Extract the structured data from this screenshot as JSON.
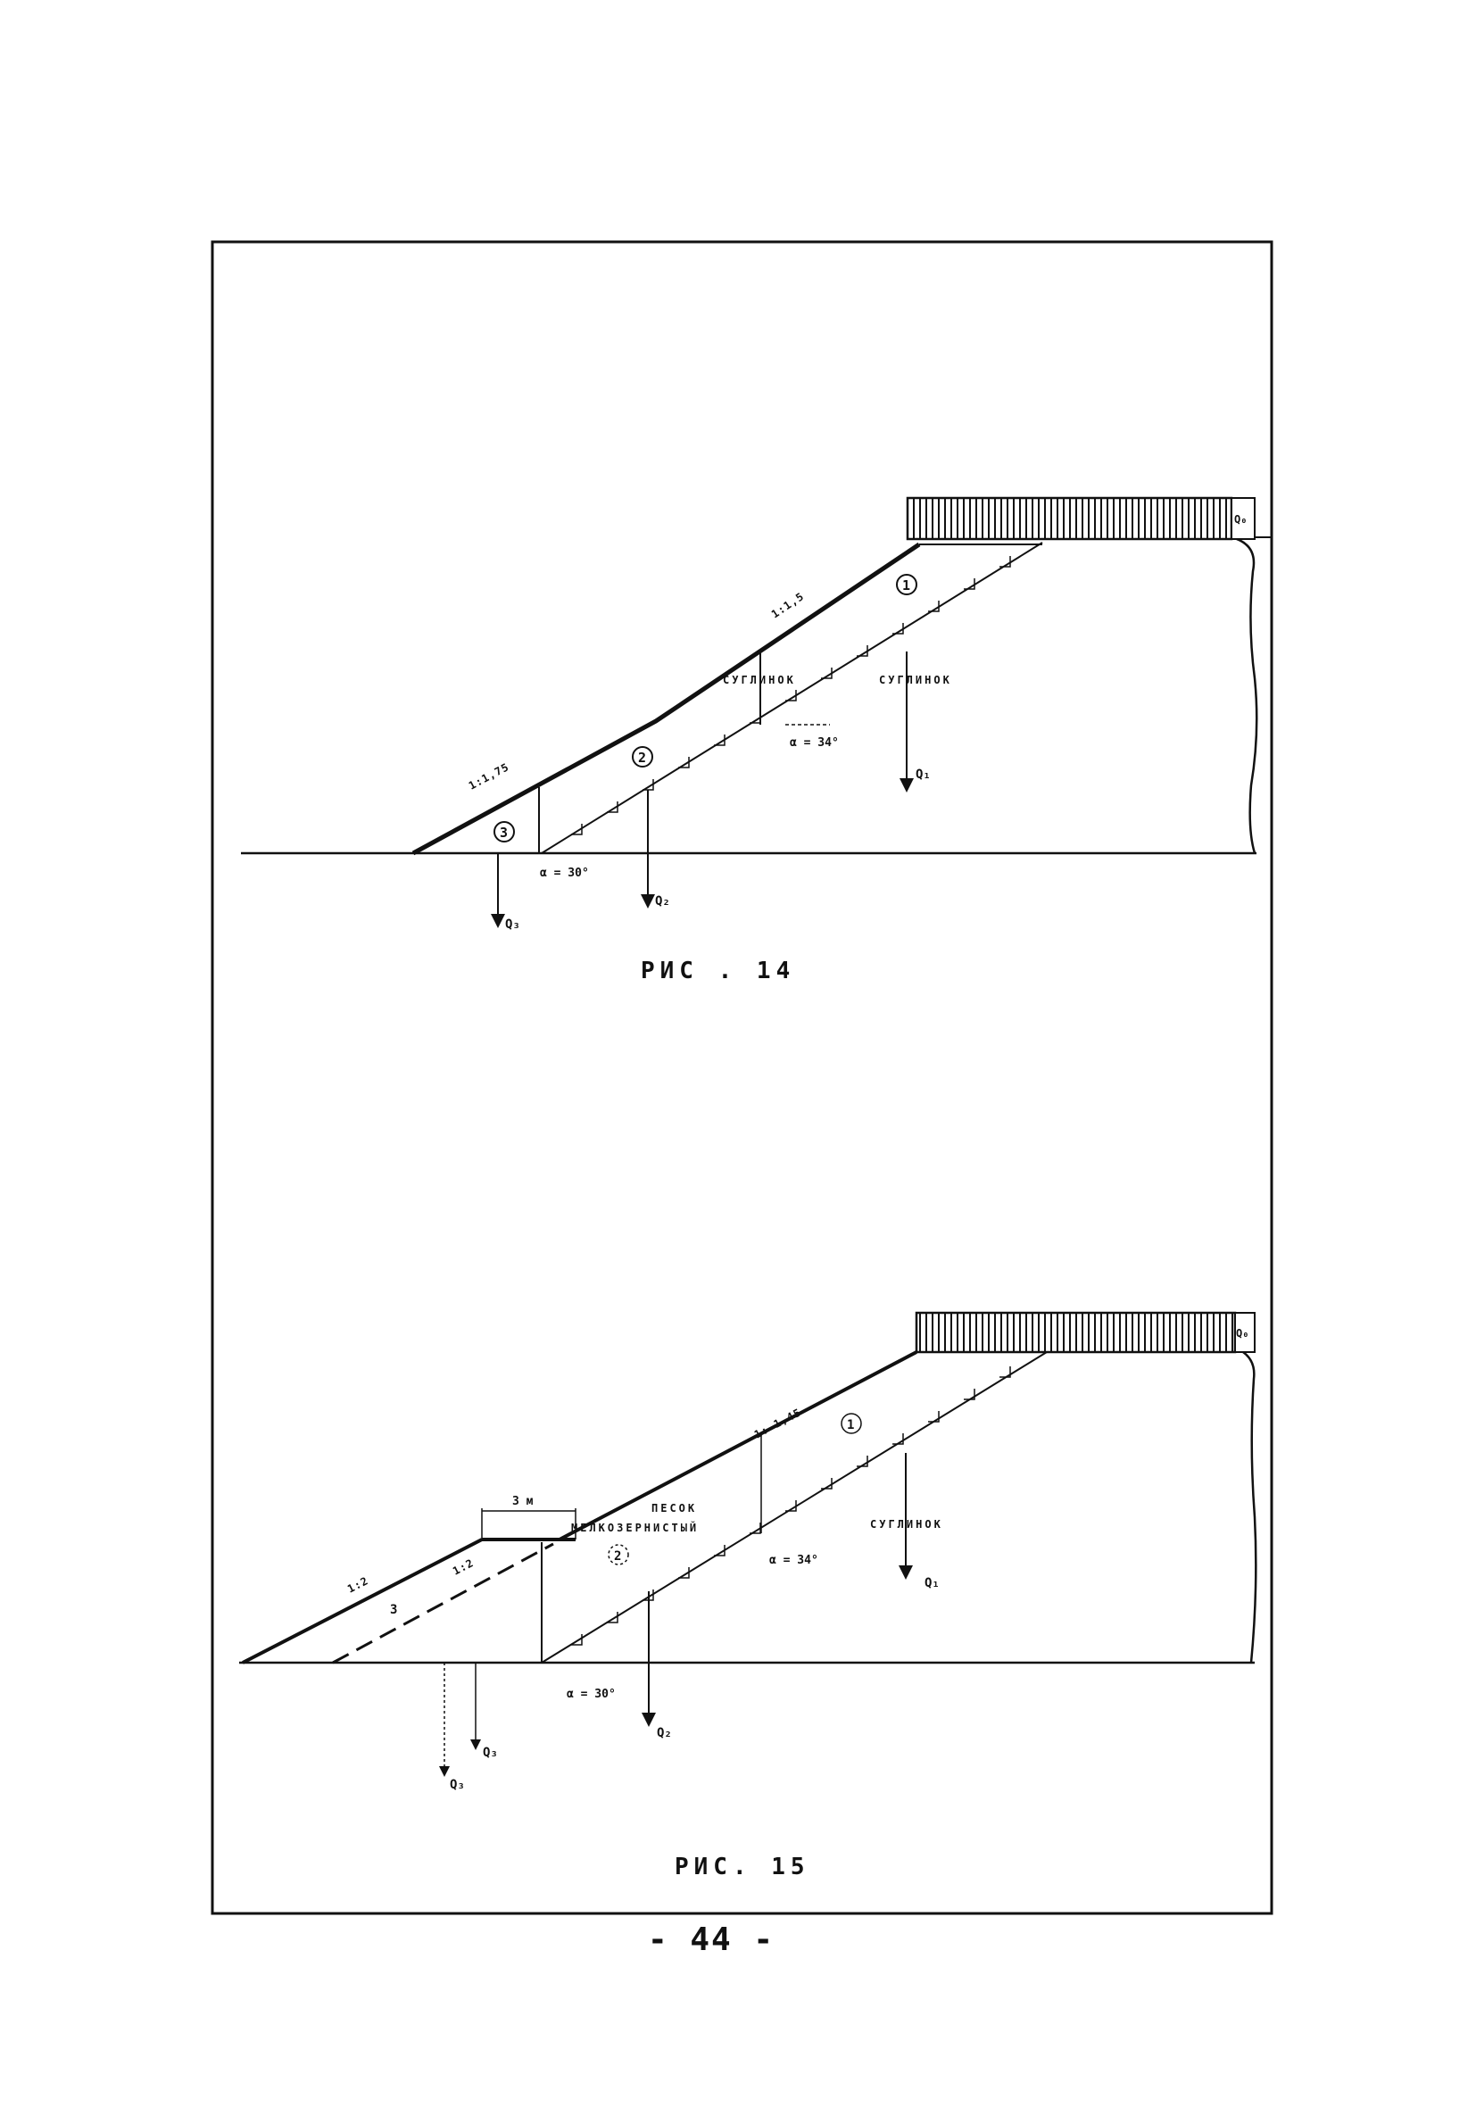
{
  "fig14": {
    "caption": "РИС . 14",
    "slope_upper": "1:1,5",
    "slope_lower": "1:1,75",
    "soil_left": "СУГЛИНОК",
    "soil_right": "СУГЛИНОК",
    "angle_upper": "α = 34°",
    "angle_lower": "α = 30°",
    "zone_1": "1",
    "zone_2": "2",
    "zone_3": "3",
    "load_1": "Q₁",
    "load_2": "Q₂",
    "load_3": "Q₃",
    "load_0": "Q₀"
  },
  "fig15": {
    "caption": "РИС. 15",
    "slope_upper": "1: 1,45",
    "slope_left": "1:2",
    "slope_mid": "1:2",
    "berm_width": "3 м",
    "soil_sand_line1": "ПЕСОК",
    "soil_sand_line2": "МЕЛКОЗЕРНИСТЫЙ",
    "soil_right": "СУГЛИНОК",
    "angle_upper": "α = 34°",
    "angle_lower": "α = 30°",
    "zone_1": "1",
    "zone_2": "2",
    "zone_3": "3",
    "load_1": "Q₁",
    "load_2": "Q₂",
    "load_3a": "Q₃",
    "load_3b": "Q₃",
    "load_0": "Q₀"
  },
  "page_number": "- 44 -"
}
